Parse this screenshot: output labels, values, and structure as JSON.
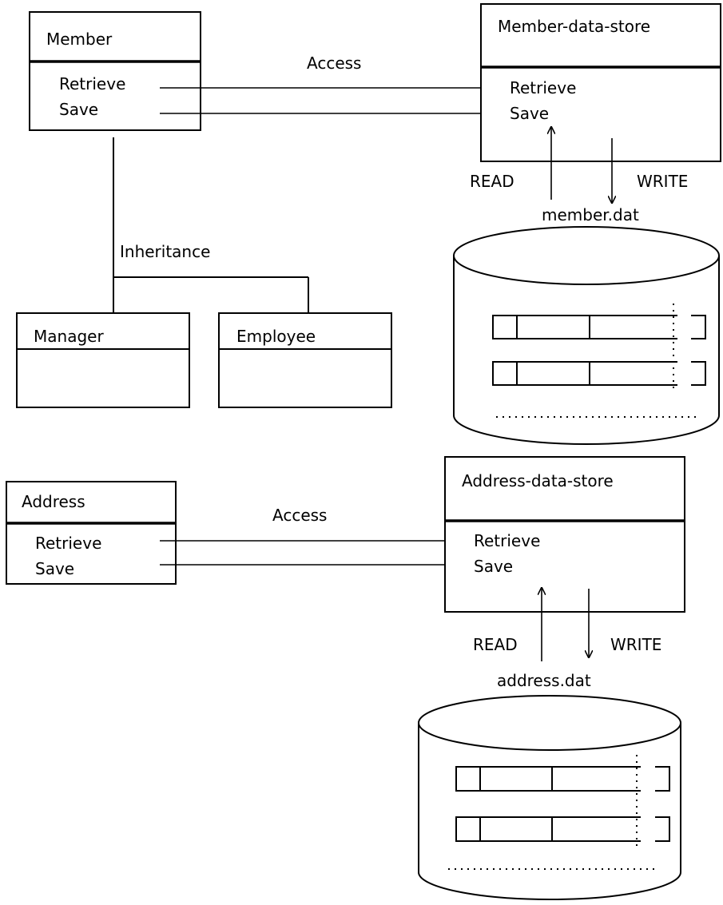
{
  "classes": {
    "member": {
      "title": "Member",
      "methods": [
        "Retrieve",
        "Save"
      ]
    },
    "manager": {
      "title": "Manager"
    },
    "employee": {
      "title": "Employee"
    },
    "address": {
      "title": "Address",
      "methods": [
        "Retrieve",
        "Save"
      ]
    }
  },
  "stores": {
    "member": {
      "title": "Member-data-store",
      "methods": [
        "Retrieve",
        "Save"
      ],
      "file": "member.dat",
      "read_label": "READ",
      "write_label": "WRITE"
    },
    "address": {
      "title": "Address-data-store",
      "methods": [
        "Retrieve",
        "Save"
      ],
      "file": "address.dat",
      "read_label": "READ",
      "write_label": "WRITE"
    }
  },
  "relations": {
    "member_access": "Access",
    "address_access": "Access",
    "inheritance": "Inheritance"
  }
}
